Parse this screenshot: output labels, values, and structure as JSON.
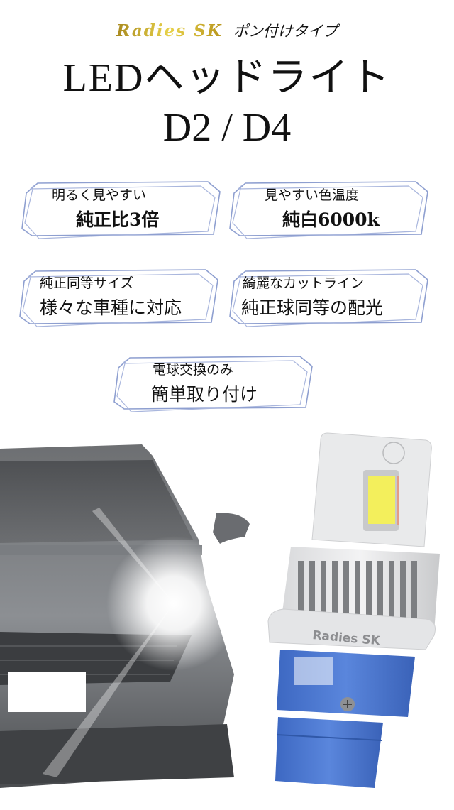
{
  "header": {
    "brand_logo": "Radies SK",
    "brand_subtitle": "ポン付けタイプ",
    "title_line1": "LEDヘッドライト",
    "title_line2": "D2 / D4"
  },
  "features": [
    {
      "line1": "明るく見やすい",
      "line2": "純正比3倍"
    },
    {
      "line1": "見やすい色温度",
      "line2": "純白6000k"
    },
    {
      "line1": "純正同等サイズ",
      "line2": "様々な車種に対応"
    },
    {
      "line1": "綺麗なカットライン",
      "line2": "純正球同等の配光"
    },
    {
      "line1": "電球交換のみ",
      "line2": "簡単取り付け"
    }
  ],
  "product": {
    "bulb_label": "Radies SK"
  },
  "colors": {
    "badge_border": "#8e9fd0",
    "brand_gold": "#c9a92a",
    "bulb_base_blue": "#4a78d0"
  }
}
